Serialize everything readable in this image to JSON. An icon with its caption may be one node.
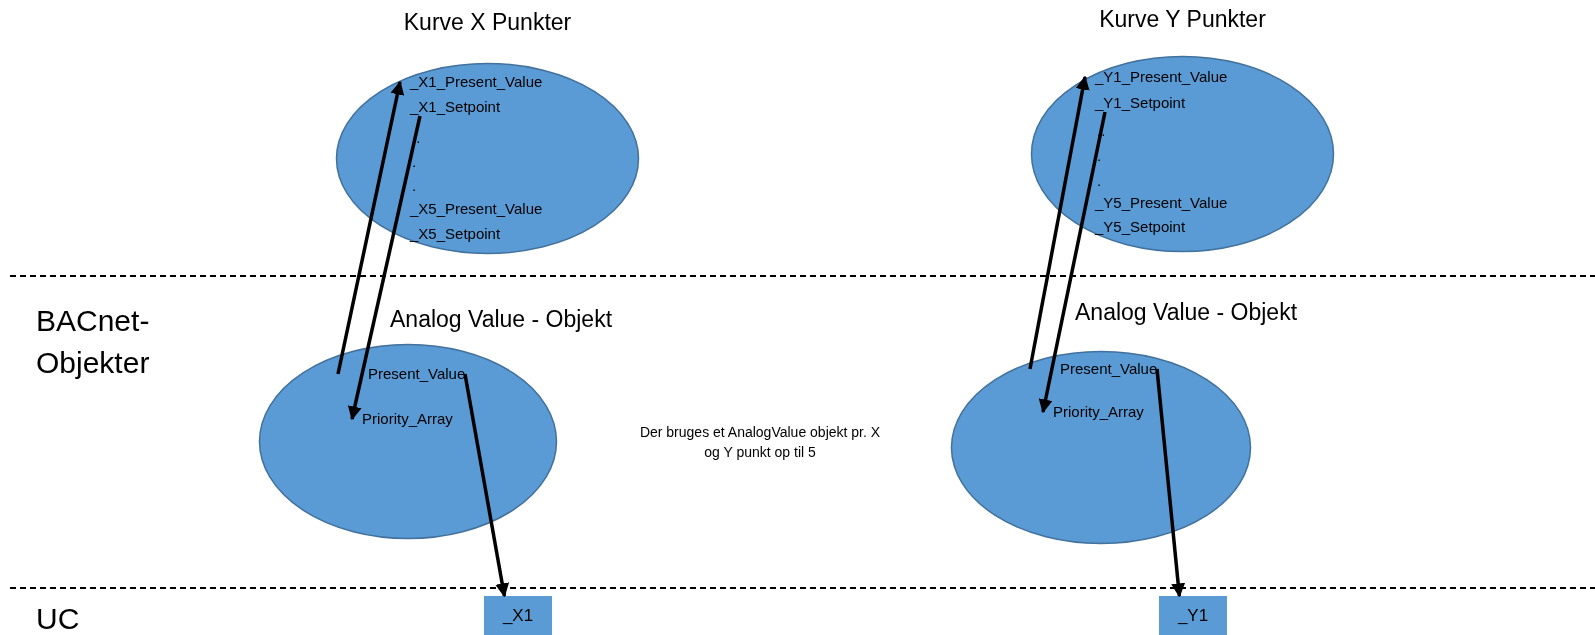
{
  "diagram": {
    "nodes": [
      {
        "text": [
          "Kurve X Punkter"
        ]
      },
      {
        "text": [
          "_X1_Present_Value"
        ],
        "in": 0
      },
      {
        "text": [
          "_X1_Setpoint"
        ],
        "in": 0
      },
      {
        "text": [
          "_X5_Present_Value"
        ],
        "in": 0
      },
      {
        "text": [
          "_X5_Setpoint"
        ],
        "in": 0
      },
      {
        "text": [
          "Kurve Y Punkter"
        ]
      },
      {
        "text": [
          "_Y1_Present_Value"
        ],
        "in": 5
      },
      {
        "text": [
          "_Y1_Setpoint"
        ],
        "in": 5
      },
      {
        "text": [
          "_Y5_Present_Value"
        ],
        "in": 5
      },
      {
        "text": [
          "_Y5_Setpoint"
        ],
        "in": 5
      },
      {
        "text": [
          "Analog Value - Objekt"
        ]
      },
      {
        "text": [
          "Present_Value"
        ],
        "in": 10
      },
      {
        "text": [
          "Priority_Array"
        ],
        "in": 10
      },
      {
        "text": [
          "Analog Value - Objekt"
        ]
      },
      {
        "text": [
          "Present_Value"
        ],
        "in": 13
      },
      {
        "text": [
          "Priority_Array"
        ],
        "in": 13
      },
      {
        "text": [
          "_X1"
        ]
      },
      {
        "text": [
          "_Y1"
        ]
      }
    ],
    "edges": [
      {
        "from": 11,
        "to": 1,
        "arrow": "to"
      },
      {
        "from": 2,
        "to": 12,
        "arrow": "to"
      },
      {
        "from": 11,
        "to": 16,
        "arrow": "to"
      },
      {
        "from": 14,
        "to": 6,
        "arrow": "to"
      },
      {
        "from": 7,
        "to": 15,
        "arrow": "to"
      },
      {
        "from": 14,
        "to": 17,
        "arrow": "to"
      }
    ],
    "labels": [
      "..",
      ".",
      ".",
      "..",
      ".",
      ".",
      "BACnet-Objekter",
      "Der bruges et AnalogValue objekt pr.  X og Y punkt op til 5",
      "UC"
    ]
  }
}
